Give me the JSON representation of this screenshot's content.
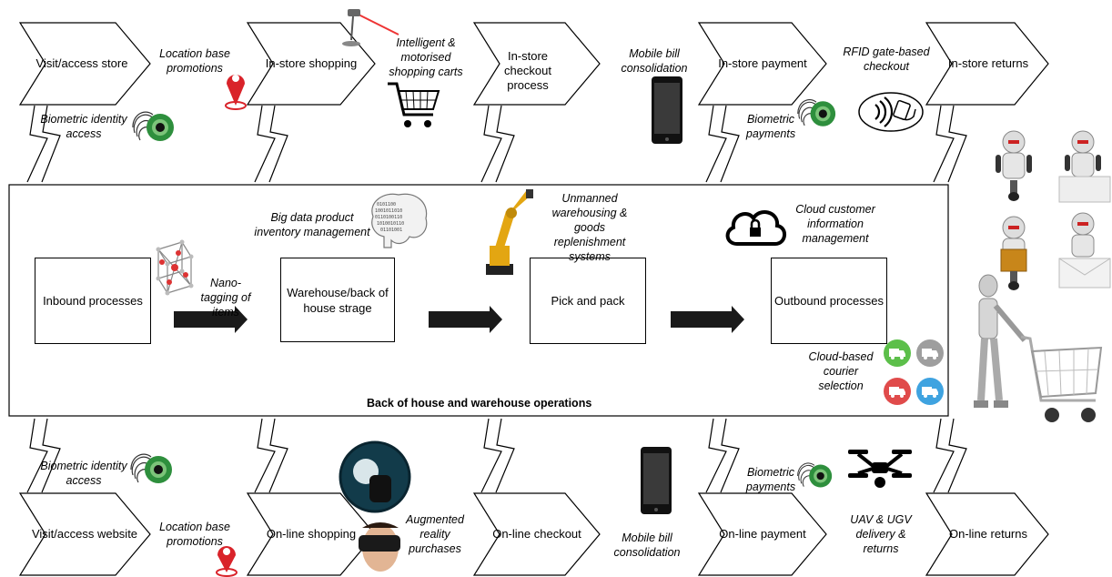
{
  "top_row": {
    "chevrons": [
      "Visit/access store",
      "In-store shopping",
      "In-store checkout process",
      "In-store payment",
      "In-store returns"
    ],
    "annotations": {
      "location": "Location base promotions",
      "carts": "Intelligent & motorised shopping carts",
      "mobile_bill": "Mobile bill consolidation",
      "rfid": "RFID gate-based checkout",
      "biometric_access": "Biometric identity access",
      "biometric_pay": "Biometric payments"
    }
  },
  "warehouse": {
    "title": "Back of house and warehouse operations",
    "boxes": [
      "Inbound processes",
      "Warehouse/back of house strage",
      "Pick and pack",
      "Outbound processes"
    ],
    "annotations": {
      "nano": "Nano-tagging of items",
      "bigdata": "Big data product inventory management",
      "unmanned": "Unmanned warehousing & goods replenishment systems",
      "cloud_info": "Cloud customer information management",
      "cloud_courier": "Cloud-based courier selection"
    }
  },
  "bottom_row": {
    "chevrons": [
      "Visit/access website",
      "On-line shopping",
      "On-line checkout",
      "On-line payment",
      "On-line returns"
    ],
    "annotations": {
      "biometric_access": "Biometric identity access",
      "location": "Location base promotions",
      "ar": "Augmented reality purchases",
      "mobile_bill": "Mobile bill consolidation",
      "biometric_pay": "Biometric payments",
      "uav": "UAV & UGV delivery & returns"
    }
  },
  "colors": {
    "truck_green": "#5cbf4a",
    "truck_grey": "#9e9e9e",
    "truck_red": "#e04b4b",
    "truck_blue": "#3fa3e0",
    "pin_red": "#d9232a",
    "robot_arm": "#e3a612",
    "iris_green": "#2e8f3d"
  }
}
